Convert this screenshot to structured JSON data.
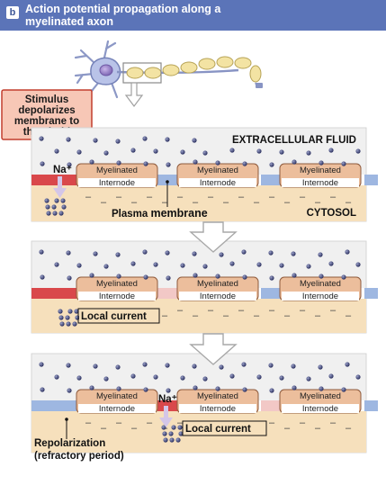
{
  "header": {
    "badge": "b",
    "title_line1": "Action potential propagation along a",
    "title_line2": "myelinated axon"
  },
  "stimulus_box": {
    "lines": [
      "Stimulus",
      "depolarizes",
      "membrane to",
      "threshold"
    ]
  },
  "labels": {
    "extracellular_fluid": "EXTRACELLULAR FLUID",
    "cytosol": "CYTOSOL",
    "plasma": "Plasma",
    "membrane": "membrane",
    "na_ion": "Na⁺",
    "myelinated": "Myelinated",
    "internode": "Internode",
    "local_current": "Local current",
    "repolarization": "Repolarization",
    "refractory_period": "(refractory period)"
  },
  "colors": {
    "header_bg": "#5b74b8",
    "panel_bg": "#f0f0f0",
    "cytosol": "#f6e0bc",
    "myelin_fill": "#ecbe9c",
    "myelin_stroke": "#8e5a3c",
    "depolarized_node": "#d9484b",
    "repolarized_node": "#9eb7e1",
    "pale_node": "#f2c8c6",
    "ion_fill": "#3a3f6a",
    "arrow_fill": "#ffffff",
    "arrow_stroke": "#a8a8a8",
    "stimulus_box_fill": "#f7c7b6",
    "stimulus_box_stroke": "#c23f2e",
    "stimulus_arrow": "#d5372c"
  }
}
